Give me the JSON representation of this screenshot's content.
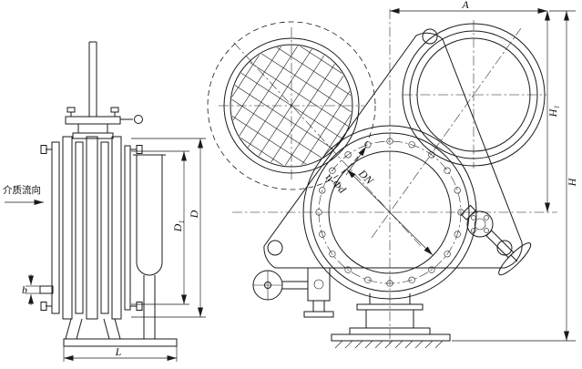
{
  "labels": {
    "flow": "介质流向",
    "D1": "D₁",
    "D": "D",
    "b": "b",
    "L": "L",
    "A": "A",
    "H1": "H₁",
    "H": "H",
    "DN": "DN",
    "n_d": "n-Φd"
  },
  "colors": {
    "line": "#1a1a1a",
    "background": "#ffffff"
  }
}
